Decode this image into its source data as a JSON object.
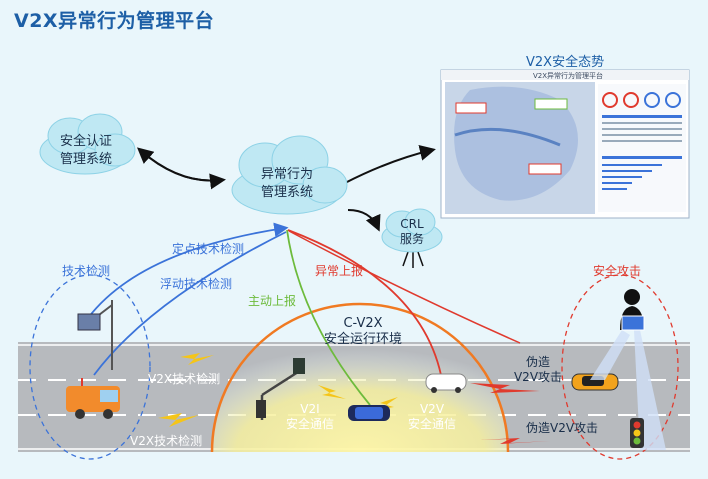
{
  "title": "V2X异常行为管理平台",
  "clouds": {
    "auth": [
      "安全认证",
      "管理系统"
    ],
    "platform": [
      "异常行为",
      "管理系统"
    ],
    "crl": [
      "CRL",
      "服务"
    ]
  },
  "situation_title": "V2X安全态势",
  "links": {
    "fixed": "定点技术检测",
    "mobile": "浮动技术检测",
    "active": "主动上报",
    "abnormal": "异常上报"
  },
  "zones": {
    "tech_detect": "技术检测",
    "attack": "安全攻击",
    "cv2x": [
      "C-V2X",
      "安全运行环境"
    ]
  },
  "road": {
    "v2x_detect_1": "V2X技术检测",
    "v2x_detect_2": "V2X技术检测",
    "v2i": [
      "V2I",
      "安全通信"
    ],
    "v2v": [
      "V2V",
      "安全通信"
    ],
    "forge_car": [
      "伪造",
      "V2V攻击"
    ],
    "forge_light": "伪造V2V攻击"
  },
  "dashboard": {
    "header": "V2X异常行为管理平台"
  },
  "colors": {
    "title": "#1d5fa6",
    "blue_line": "#3b73d9",
    "green_line": "#6dbb3c",
    "red_line": "#e03a2e",
    "road": "#b5b9bd"
  }
}
